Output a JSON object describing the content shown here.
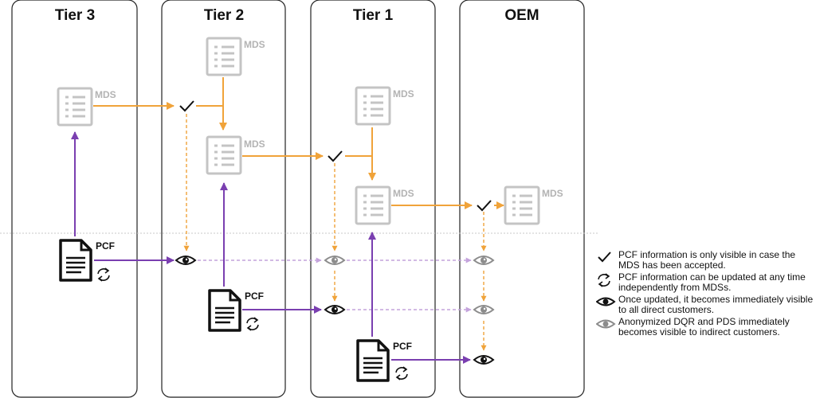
{
  "columns": [
    "Tier 3",
    "Tier 2",
    "Tier 1",
    "OEM"
  ],
  "mds_label": "MDS",
  "pcf_label": "PCF",
  "legend": [
    {
      "icon": "check-icon",
      "text": "PCF information is only visible in case the MDS has been accepted."
    },
    {
      "icon": "refresh-icon",
      "text": "PCF information can be updated at any time independently from MDSs."
    },
    {
      "icon": "eye-icon",
      "text": "Once updated, it becomes immediately visible to all direct customers."
    },
    {
      "icon": "gray-eye-icon",
      "text": "Anonymized DQR and PDS immediately becomes visible to indirect customers."
    }
  ],
  "colors": {
    "mds_flow": "#f0a33a",
    "pcf_flow": "#7a3fb0",
    "pcf_dashed": "#c4a3dc",
    "mds_icon": "#c4c4c4",
    "eye_gray": "#8c8c8c",
    "border": "#222222"
  }
}
